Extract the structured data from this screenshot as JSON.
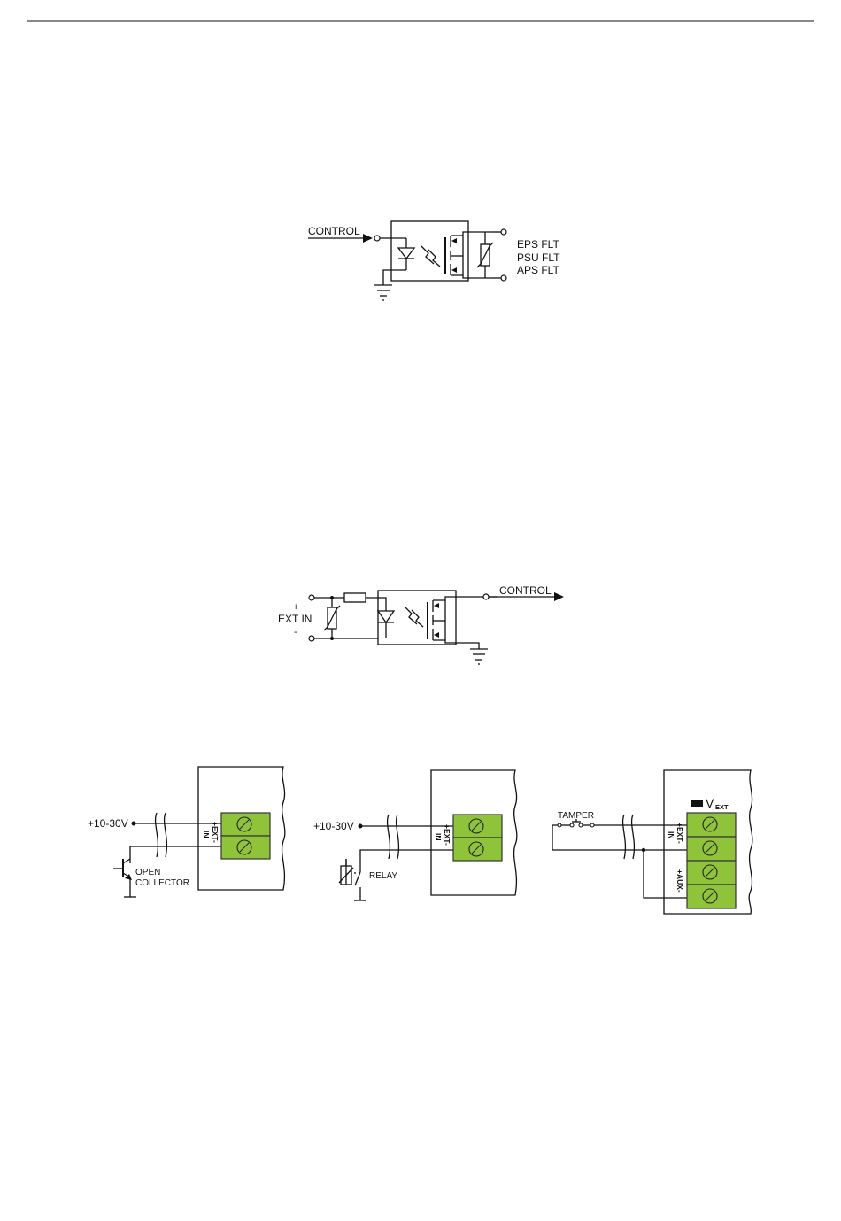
{
  "diagram1": {
    "control_label": "CONTROL",
    "outputs": [
      "EPS FLT",
      "PSU FLT",
      "APS FLT"
    ]
  },
  "diagram2": {
    "plus_label": "+",
    "input_label": "EXT IN",
    "minus_label": "-",
    "control_label": "CONTROL"
  },
  "wiring": {
    "open_collector": {
      "voltage_label": "+10-30V",
      "device_label_line1": "OPEN",
      "device_label_line2": "COLLECTOR",
      "terminal_label_line1": "+EXT-",
      "terminal_label_line2": "IN"
    },
    "relay": {
      "voltage_label": "+10-30V",
      "device_label": "RELAY",
      "terminal_label_line1": "+EXT-",
      "terminal_label_line2": "IN"
    },
    "tamper": {
      "device_label": "TAMPER",
      "vext_main": "V",
      "vext_sub": "EXT",
      "terminal_ext_line1": "+EXT-",
      "terminal_ext_line2": "IN",
      "terminal_aux": "+AUX-"
    }
  }
}
